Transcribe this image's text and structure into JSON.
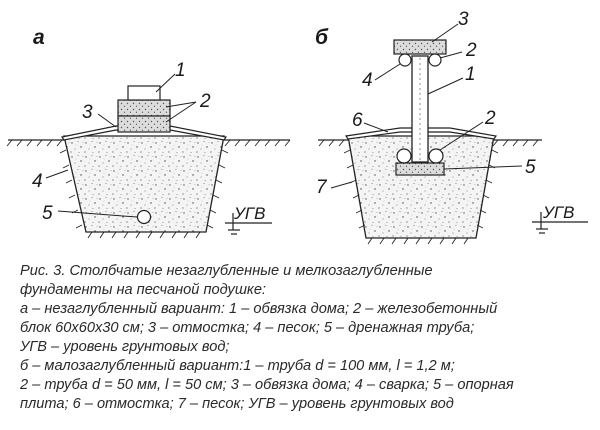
{
  "panels": {
    "a": {
      "letter": "а",
      "labels": {
        "l1": "1",
        "l2": "2",
        "l3": "3",
        "l4": "4",
        "l5": "5"
      },
      "ugv": "УГВ"
    },
    "b": {
      "letter": "б",
      "labels": {
        "l3": "3",
        "l2top": "2",
        "l4": "4",
        "l1": "1",
        "l6": "6",
        "l2mid": "2",
        "l5": "5",
        "l7": "7"
      },
      "ugv": "УГВ"
    }
  },
  "caption": {
    "lines": [
      "Рис. 3. Столбчатые незаглубленные и мелкозаглубленные",
      "фундаменты на песчаной подушке:",
      "а – незаглубленный вариант: 1 – обвязка дома; 2 – железобетонный",
      "блок 60х60х30 см; 3 – отмостка; 4 – песок; 5 – дренажная труба;",
      "УГВ – уровень грунтовых вод;",
      "б – малозаглубленный вариант:1 – труба d = 100 мм, l = 1,2 м;",
      "2 – труба d = 50 мм, l = 50 см; 3 – обвязка дома; 4 – сварка; 5 – опорная",
      "плита; 6 – отмостка; 7 – песок; УГВ – уровень грунтовых вод"
    ]
  }
}
